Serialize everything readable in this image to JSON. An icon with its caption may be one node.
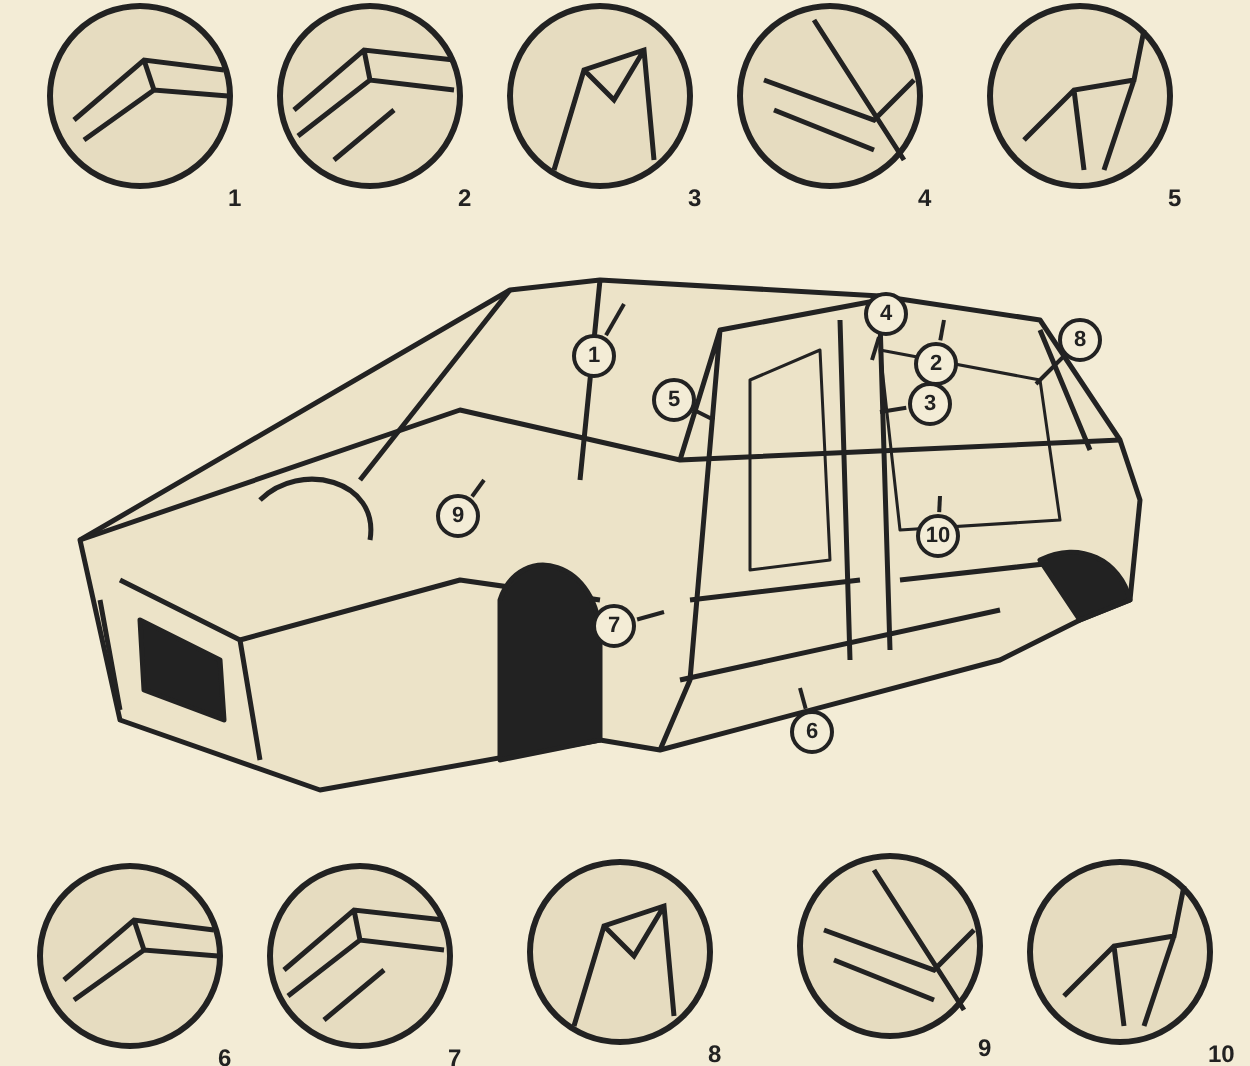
{
  "diagram": {
    "nodes": [
      {
        "text": [],
        "shape": "picture",
        "beside": [
          "1"
        ]
      },
      {
        "text": [],
        "shape": "picture",
        "beside": [
          "2"
        ]
      },
      {
        "text": [],
        "shape": "picture",
        "beside": [
          "3"
        ]
      },
      {
        "text": [],
        "shape": "picture",
        "beside": [
          "4"
        ]
      },
      {
        "text": [],
        "shape": "picture",
        "beside": [
          "5"
        ]
      },
      {
        "text": [
          "4"
        ]
      },
      {
        "text": [
          "1"
        ]
      },
      {
        "text": [
          "8"
        ]
      },
      {
        "text": [
          "2"
        ]
      },
      {
        "text": [
          "5"
        ]
      },
      {
        "text": [
          "3"
        ]
      },
      {
        "text": [
          "9"
        ]
      },
      {
        "text": [
          "10"
        ]
      },
      {
        "text": [
          "7"
        ]
      },
      {
        "text": [
          "6"
        ]
      },
      {
        "text": [],
        "shape": "picture",
        "beside": [
          "6"
        ]
      },
      {
        "text": [],
        "shape": "picture",
        "beside": [
          "7"
        ]
      },
      {
        "text": [],
        "shape": "picture",
        "beside": [
          "8"
        ]
      },
      {
        "text": [],
        "shape": "picture",
        "beside": [
          "9"
        ]
      },
      {
        "text": [],
        "shape": "picture",
        "beside": [
          "10"
        ]
      }
    ],
    "edges": [
      {
        "from": 5,
        "to": null,
        "arrow": "none"
      },
      {
        "from": 6,
        "to": null,
        "arrow": "none"
      },
      {
        "from": 7,
        "to": null,
        "arrow": "none"
      },
      {
        "from": 8,
        "to": null,
        "arrow": "none"
      },
      {
        "from": 9,
        "to": null,
        "arrow": "none"
      },
      {
        "from": 10,
        "to": null,
        "arrow": "none"
      },
      {
        "from": 11,
        "to": null,
        "arrow": "none"
      },
      {
        "from": 12,
        "to": null,
        "arrow": "none"
      },
      {
        "from": 13,
        "to": null,
        "arrow": "none"
      },
      {
        "from": 14,
        "to": null,
        "arrow": "none"
      }
    ]
  }
}
